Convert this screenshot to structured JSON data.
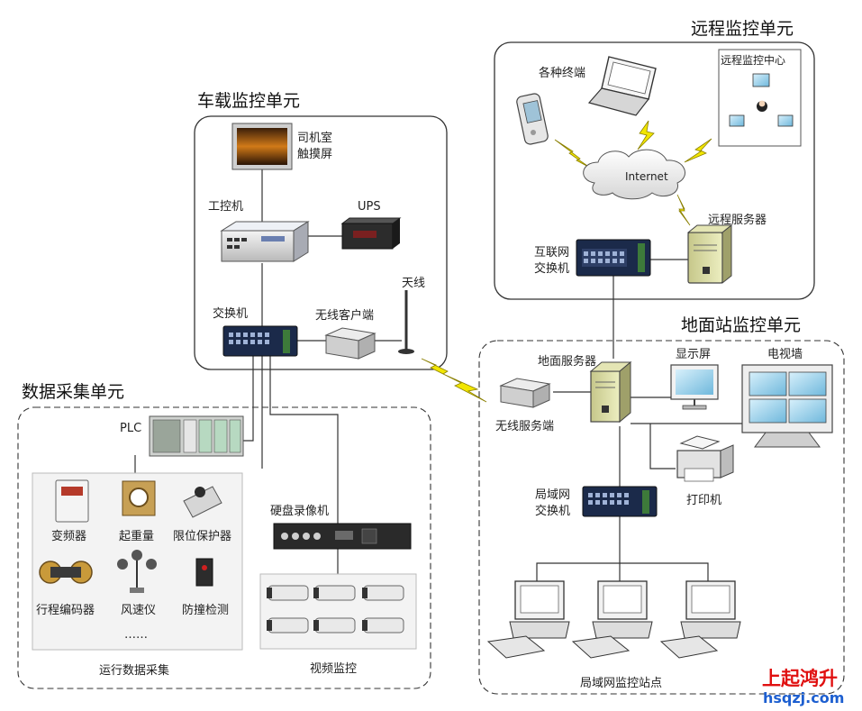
{
  "units": {
    "remote": "远程监控单元",
    "vehicle": "车载监控单元",
    "ground": "地面站监控单元",
    "data": "数据采集单元"
  },
  "remote": {
    "terminals": "各种终端",
    "monitor_center": "远程监控中心",
    "internet": "Internet",
    "remote_server": "远程服务器",
    "switch_line1": "互联网",
    "switch_line2": "交换机"
  },
  "vehicle": {
    "touch_line1": "司机室",
    "touch_line2": "触摸屏",
    "ipc": "工控机",
    "ups": "UPS",
    "antenna": "天线",
    "switch": "交换机",
    "wireless_client": "无线客户端"
  },
  "ground": {
    "server": "地面服务器",
    "display": "显示屏",
    "tv_wall": "电视墙",
    "wireless_server": "无线服务端",
    "printer": "打印机",
    "lan_line1": "局域网",
    "lan_line2": "交换机",
    "stations": "局域网监控站点"
  },
  "data": {
    "plc": "PLC",
    "sensors": [
      "变频器",
      "起重量",
      "限位保护器",
      "行程编码器",
      "风速仪",
      "防撞检测"
    ],
    "ellipsis": "……",
    "running_caption": "运行数据采集",
    "dvr": "硬盘录像机",
    "video_caption": "视频监控"
  },
  "watermark": {
    "brand": "上起鸿升",
    "url": "hsqzj.com"
  },
  "colors": {
    "lightning": "#f2e600",
    "lightning_stroke": "#8a7f00",
    "server_body": "#d8d9a0",
    "switch_body": "#1b2a4a",
    "screen": "#a9d8ee",
    "watermark_red": "#e01010",
    "watermark_blue": "#1d5fd0"
  }
}
